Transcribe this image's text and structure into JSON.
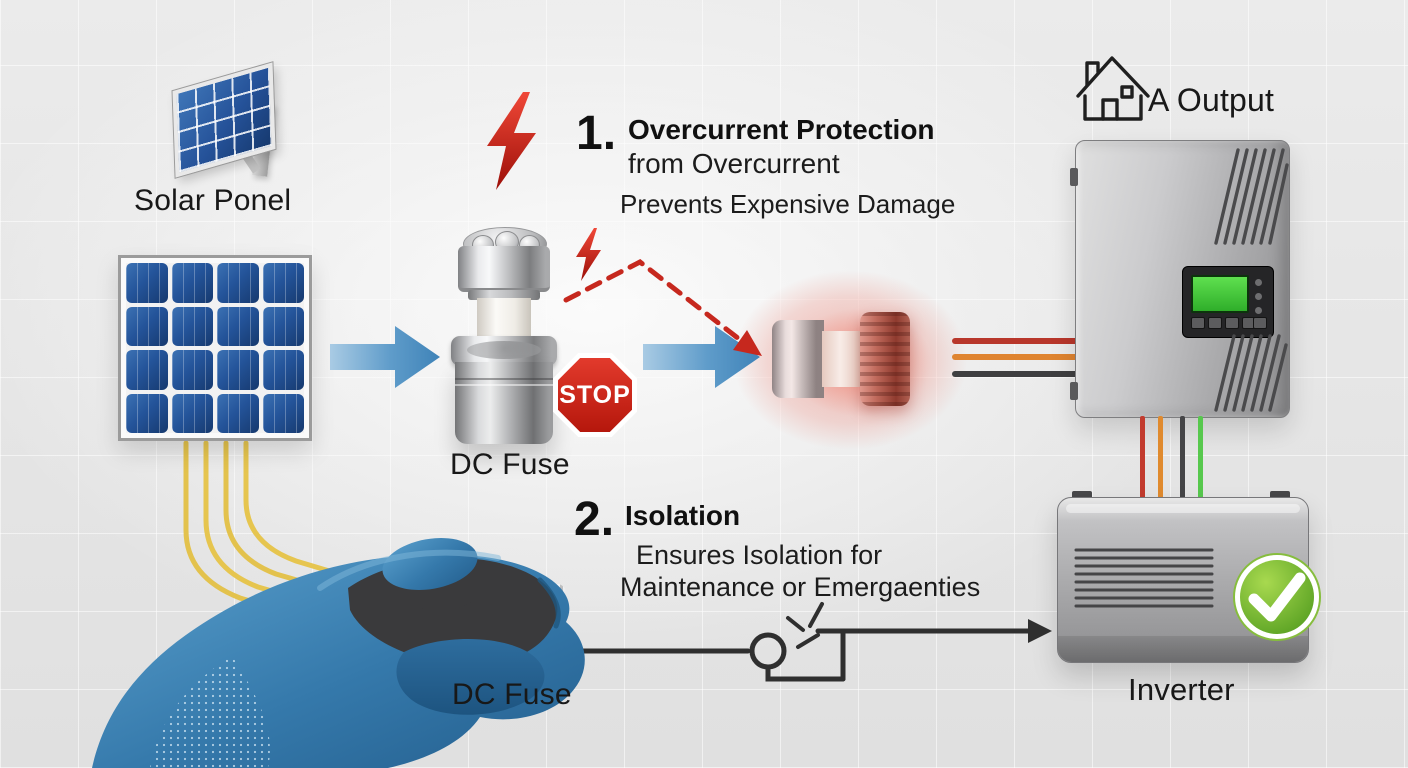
{
  "labels": {
    "solar_panel": "Solar Ponel",
    "dc_fuse_top": "DC Fuse",
    "dc_fuse_bottom": "DC Fuse",
    "stop": "STOP",
    "output": "A Output",
    "inverter": "Inverter"
  },
  "points": [
    {
      "number": "1.",
      "title": "Overcurrent Protection",
      "line1": "from Overcurrent",
      "line2": "Prevents Expensive Damage"
    },
    {
      "number": "2.",
      "title": "Isolation",
      "line1": "Ensures Isolation for",
      "line2": "Maintenance or Emergaenties"
    }
  ],
  "icons": {
    "lightning": "red lightning bolt",
    "lightning_small": "small red lightning bolt",
    "dashed_arrow": "red dashed fault arrow",
    "stop_sign": "red stop octagon",
    "house": "house outline",
    "check": "green checkmark circle",
    "switch": "disconnect switch symbol",
    "flow_arrows": "blue flow arrows"
  },
  "colors": {
    "background": "#e7e7e7",
    "accent_blue": "#4d8fc2",
    "alert_red": "#d42b1e",
    "panel_blue": "#24549a",
    "wire_yellow": "#e3c24d",
    "wire_red": "#b8372b",
    "wire_orange": "#df8430",
    "wire_dark": "#3f3f41",
    "wire_green": "#57c84d",
    "check_green": "#58a321",
    "glove_blue": "#3579ab",
    "metal_gray": "#b9babc"
  }
}
